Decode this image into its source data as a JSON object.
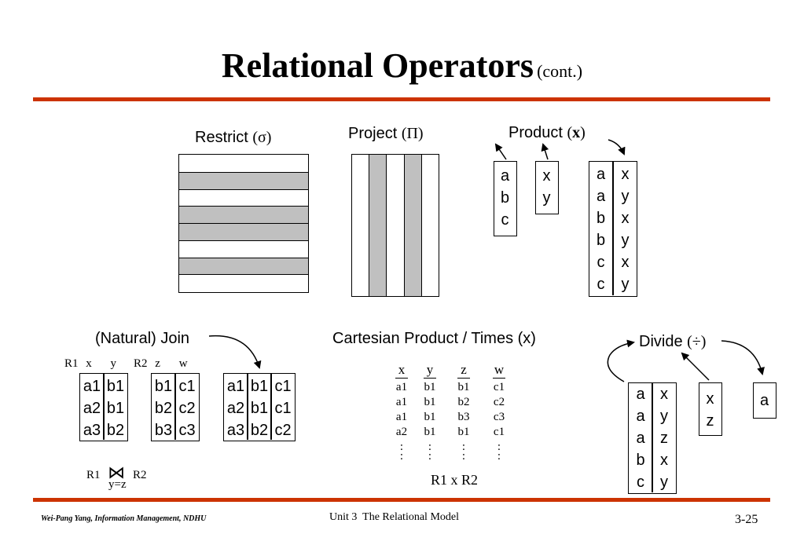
{
  "title": {
    "main": "Relational Operators",
    "suffix": "(cont.)"
  },
  "accent_color": "#cc3300",
  "restrict": {
    "label": "Restrict",
    "symbol": "(σ)",
    "rows": [
      "white",
      "gray",
      "white",
      "gray",
      "gray",
      "white",
      "gray",
      "white"
    ]
  },
  "project": {
    "label": "Project",
    "symbol": "(Π)",
    "cols": [
      "white",
      "gray",
      "white",
      "gray",
      "white"
    ]
  },
  "product": {
    "label": "Product",
    "symbol": "x",
    "r1": [
      "a",
      "b",
      "c"
    ],
    "r2": [
      "x",
      "y"
    ],
    "result_left": [
      "a",
      "a",
      "b",
      "b",
      "c",
      "c"
    ],
    "result_right": [
      "x",
      "y",
      "x",
      "y",
      "x",
      "y"
    ]
  },
  "join": {
    "label_natural": "(Natural)",
    "label_join": "Join",
    "r1_name": "R1",
    "r2_name": "R2",
    "r1_headers": [
      "x",
      "y"
    ],
    "r2_headers": [
      "z",
      "w"
    ],
    "r1_rows": [
      [
        "a1",
        "b1"
      ],
      [
        "a2",
        "b1"
      ],
      [
        "a3",
        "b2"
      ]
    ],
    "r2_rows": [
      [
        "b1",
        "c1"
      ],
      [
        "b2",
        "c2"
      ],
      [
        "b3",
        "c3"
      ]
    ],
    "result_rows": [
      [
        "a1",
        "b1",
        "c1"
      ],
      [
        "a2",
        "b1",
        "c1"
      ],
      [
        "a3",
        "b2",
        "c2"
      ]
    ],
    "expr_left": "R1",
    "expr_right": "R2",
    "expr_cond": "y=z",
    "join_symbol": "⋈"
  },
  "cartesian": {
    "label": "Cartesian Product / Times (x)",
    "headers": [
      "x",
      "y",
      "z",
      "w"
    ],
    "rows": [
      [
        "a1",
        "b1",
        "b1",
        "c1"
      ],
      [
        "a1",
        "b1",
        "b2",
        "c2"
      ],
      [
        "a1",
        "b1",
        "b3",
        "c3"
      ],
      [
        "a2",
        "b1",
        "b1",
        "c1"
      ]
    ],
    "dots": ":",
    "expr": "R1 x R2"
  },
  "divide": {
    "label": "Divide",
    "symbol": "(÷)",
    "dividend_left": [
      "a",
      "a",
      "a",
      "b",
      "c"
    ],
    "dividend_right": [
      "x",
      "y",
      "z",
      "x",
      "y"
    ],
    "divisor": [
      "x",
      "z"
    ],
    "result": [
      "a"
    ]
  },
  "footer": {
    "author": "Wei-Pang Yang, Information Management, NDHU",
    "unit": "Unit 3  The Relational Model",
    "page": "3-25"
  }
}
